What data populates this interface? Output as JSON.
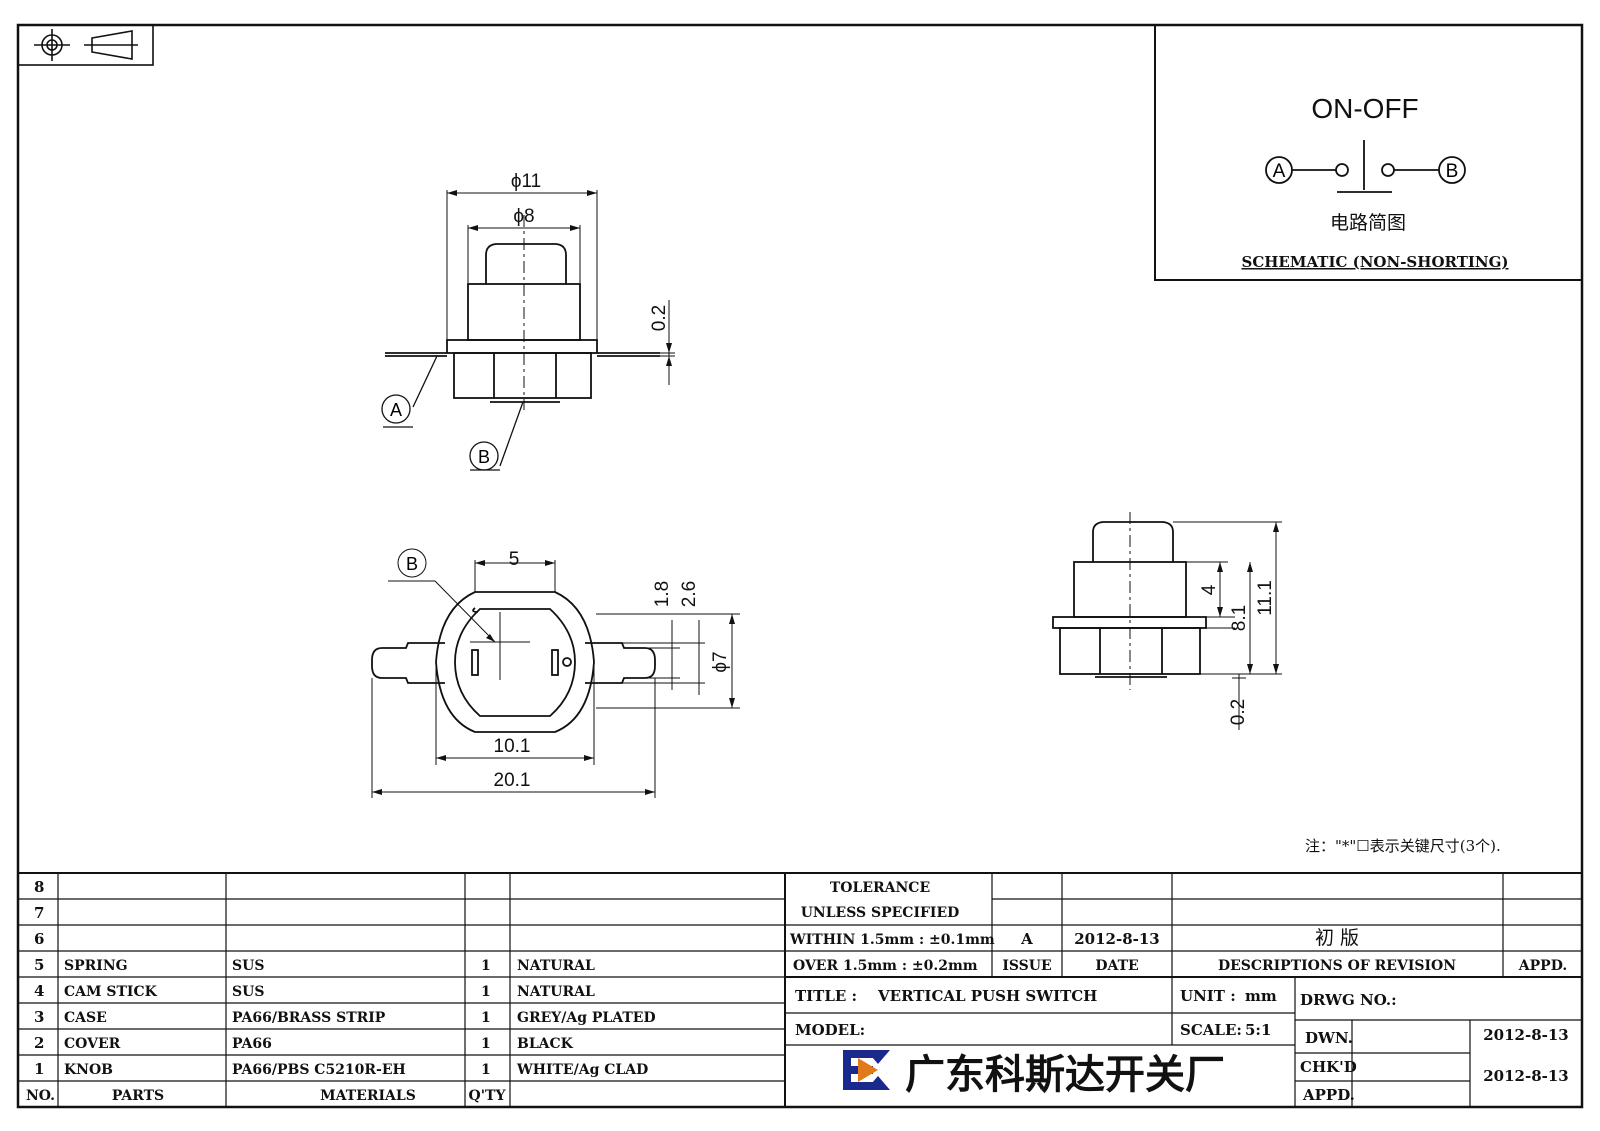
{
  "schematic": {
    "mode": "ON-OFF",
    "terminal_a": "A",
    "terminal_b": "B",
    "caption_zh": "电路简图",
    "caption_en": "SCHEMATIC (NON-SHORTING)"
  },
  "top_view": {
    "dim_outer": "ϕ11",
    "dim_inner": "ϕ8",
    "dim_flange": "0.2",
    "callout_a": "A",
    "callout_b": "B"
  },
  "bottom_view": {
    "callout_b": "B",
    "dim_5": "5",
    "dim_1_8": "1.8",
    "dim_2_6": "2.6",
    "dim_phi7": "ϕ7",
    "dim_10_1": "10.1",
    "dim_20_1": "20.1"
  },
  "side_view": {
    "dim_4": "4",
    "dim_8_1": "8.1",
    "dim_11_1": "11.1",
    "dim_0_2": "0.2"
  },
  "note": "注：\"*\"☐表示关键尺寸(3个).",
  "bom": {
    "headers": {
      "no": "NO.",
      "parts": "PARTS",
      "materials": "MATERIALS",
      "qty": "Q'TY",
      "finish": ""
    },
    "rows": [
      {
        "no": "8",
        "parts": "",
        "materials": "",
        "qty": "",
        "finish": ""
      },
      {
        "no": "7",
        "parts": "",
        "materials": "",
        "qty": "",
        "finish": ""
      },
      {
        "no": "6",
        "parts": "",
        "materials": "",
        "qty": "",
        "finish": ""
      },
      {
        "no": "5",
        "parts": "SPRING",
        "materials": "SUS",
        "qty": "1",
        "finish": "NATURAL"
      },
      {
        "no": "4",
        "parts": "CAM STICK",
        "materials": "SUS",
        "qty": "1",
        "finish": "NATURAL"
      },
      {
        "no": "3",
        "parts": "CASE",
        "materials": "PA66/BRASS STRIP",
        "qty": "1",
        "finish": "GREY/Ag PLATED"
      },
      {
        "no": "2",
        "parts": "COVER",
        "materials": "PA66",
        "qty": "1",
        "finish": "BLACK"
      },
      {
        "no": "1",
        "parts": "KNOB",
        "materials": "PA66/PBS C5210R-EH",
        "qty": "1",
        "finish": "WHITE/Ag CLAD"
      }
    ]
  },
  "tolerance": {
    "line1": "TOLERANCE",
    "line2": "UNLESS  SPECIFIED",
    "line3": "WITHIN 1.5mm : ±0.1mm",
    "line4": "OVER 1.5mm : ±0.2mm"
  },
  "revision": {
    "issue": "A",
    "date": "2012-8-13",
    "description": "初  版",
    "issue_header": "ISSUE",
    "date_header": "DATE",
    "desc_header": "DESCRIPTIONS OF REVISION",
    "appd_header": "APPD."
  },
  "title_block": {
    "title_label": "TITLE :",
    "title": "VERTICAL PUSH SWITCH",
    "unit_label": "UNIT :",
    "unit": "mm",
    "drwg_label": "DRWG NO.:",
    "model_label": "MODEL:",
    "scale_label": "SCALE:",
    "scale": "5:1",
    "dwn_label": "DWN.",
    "dwn_date": "2012-8-13",
    "chkd_label": "CHK'D",
    "chkd_date": "2012-8-13",
    "appd_label": "APPD.",
    "company": "广东科斯达开关厂"
  },
  "colors": {
    "ink": "#111111",
    "logo_blue": "#1a2a8c",
    "logo_orange": "#e07a1a"
  }
}
